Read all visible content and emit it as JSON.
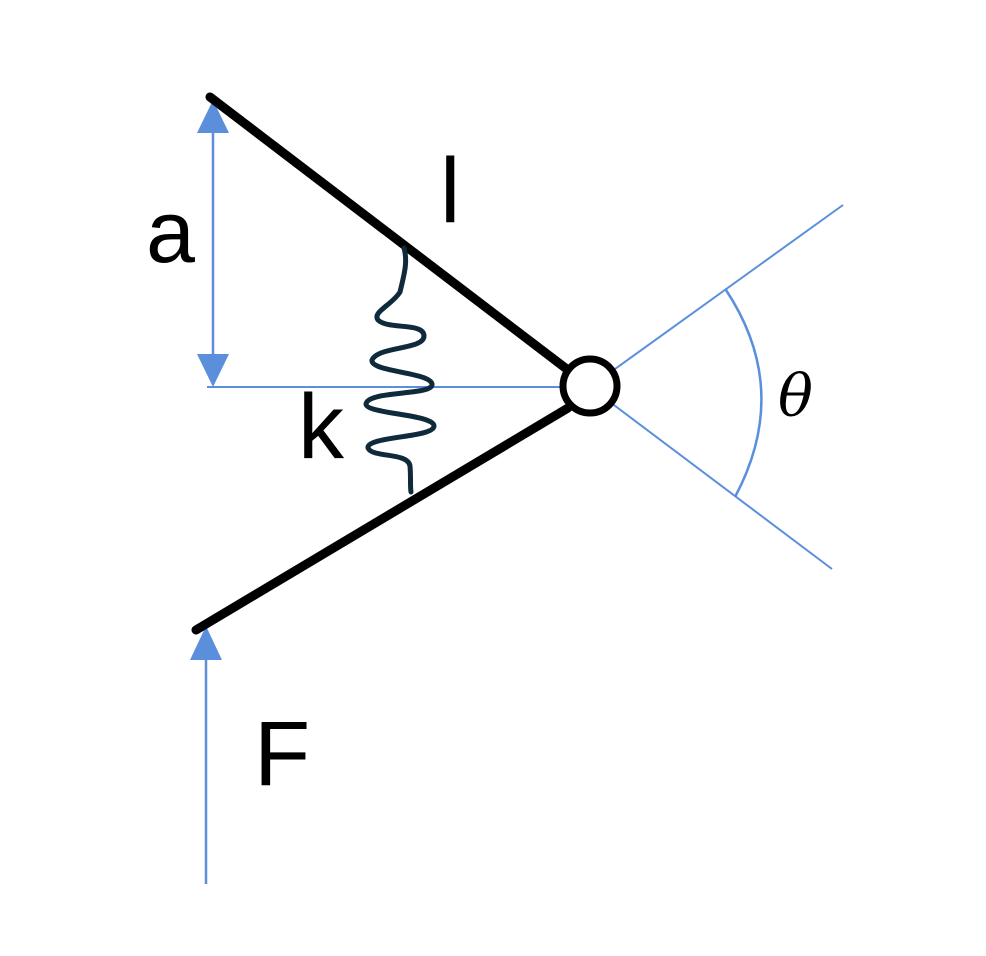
{
  "labels": {
    "a": "a",
    "l": "l",
    "k": "k",
    "theta": "θ",
    "F": "F"
  },
  "colors": {
    "rod": "#000000",
    "guide": "#5b8fdc",
    "spring": "#0f2a3a",
    "background": "#ffffff"
  }
}
